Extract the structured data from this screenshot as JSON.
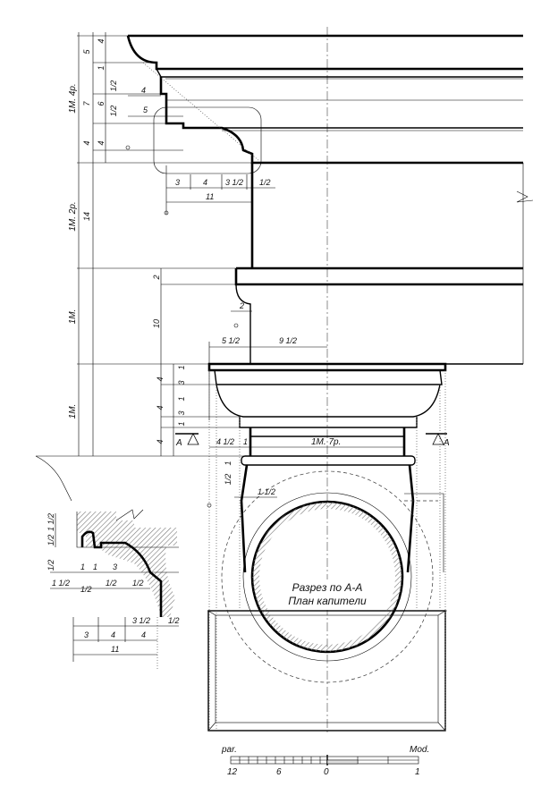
{
  "title": "",
  "section": {
    "line1": "Разрез по А-А",
    "line2": "План капители",
    "marker": "А"
  },
  "scale": {
    "left_label": "par.",
    "right_label": "Mod.",
    "ticks": [
      "12",
      "6",
      "0",
      "1"
    ]
  },
  "vertical_labels": {
    "cornice_total": "1М. 4р.",
    "frieze": "1М. 2р.",
    "architrave": "1М.",
    "capital": "1М."
  },
  "dimensions": {
    "cornice_v": [
      "5",
      "1",
      "1/2",
      "7",
      "6",
      "1/2",
      "4",
      "4"
    ],
    "cornice_h": [
      "4",
      "5"
    ],
    "cornice_bottom": [
      "3",
      "4",
      "3 1/2",
      "1/2",
      "11"
    ],
    "frieze_v": "14",
    "arch_v": [
      "2",
      "10"
    ],
    "arch_h": "2",
    "cap_top": [
      "5 1/2",
      "9 1/2"
    ],
    "cap_v": [
      "4",
      "1",
      "3",
      "4",
      "1",
      "3",
      "1",
      "4"
    ],
    "neck": [
      "4 1/2",
      "1",
      "1М. 7р."
    ],
    "astragal": [
      "1",
      "1/2",
      "1 1/2"
    ],
    "detail_left": [
      "1 1/2",
      "1/2",
      "1",
      "1",
      "3",
      "1 1/2",
      "1/2",
      "1/2",
      "1/2"
    ],
    "detail_bottom": [
      "3",
      "4",
      "4",
      "3 1/2",
      "1/2",
      "11"
    ]
  }
}
